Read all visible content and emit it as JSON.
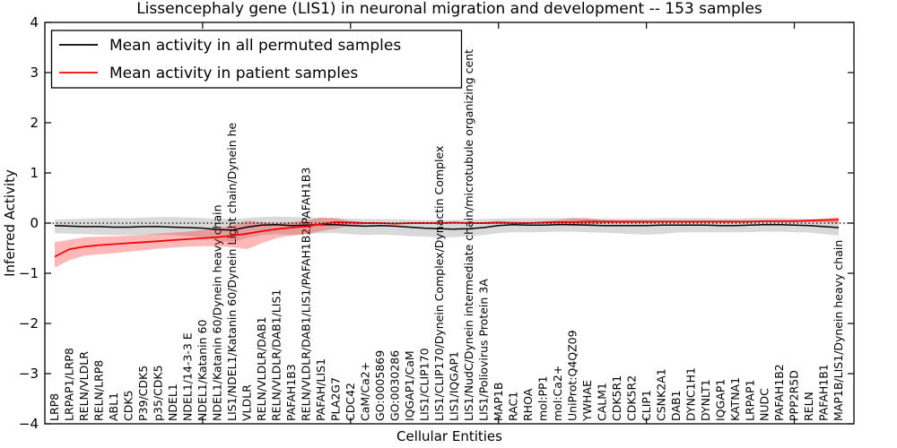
{
  "chart_data": {
    "type": "line",
    "title": "Lissencephaly gene (LIS1) in neuronal migration and development -- 153 samples",
    "xlabel": "Cellular Entities",
    "ylabel": "Inferred Activity",
    "ylim": [
      -4,
      4
    ],
    "yticks": [
      -4,
      -3,
      -2,
      -1,
      0,
      1,
      2,
      3,
      4
    ],
    "ytick_labels": [
      "−4",
      "−3",
      "−2",
      "−1",
      "0",
      "1",
      "2",
      "3",
      "4"
    ],
    "xtick_indices": [
      10,
      20,
      30,
      40,
      50
    ],
    "grid": false,
    "legend_position": "upper left",
    "zero_line_style": "dotted",
    "categories": [
      "LRP8",
      "LRPAP1/LRP8",
      "RELN/VLDLR",
      "RELN/LRP8",
      "ABL1",
      "CDK5",
      "P39/CDK5",
      "p35/CDK5",
      "NDEL1",
      "NDEL1/14-3-3 E",
      "NDEL1/Katanin 60",
      "NDEL1/Katanin 60/Dynein heavy chain",
      "LIS1/NDEL1/Katanin 60/Dynein Light chain/Dynein he",
      "VLDLR",
      "RELN/VLDLR/DAB1",
      "RELN/VLDLR/DAB1/LIS1",
      "PAFAH1B3",
      "RELN/VLDLR/DAB1/LIS1/PAFAH1B2/PAFAH1B3",
      "PAFAH/LIS1",
      "PLA2G7",
      "CDC42",
      "CaM/Ca2+",
      "GO:0005869",
      "GO:0030286",
      "IQGAP1/CaM",
      "LIS1/CLIP170",
      "LIS1/CLIP170/Dynein Complex/Dynactin Complex",
      "LIS1/IQGAP1",
      "LIS1/NudC/Dynein intermediate chain/microtubule organizing cent",
      "LIS1/Poliovirus Protein 3A",
      "MAP1B",
      "RAC1",
      "RHOA",
      "mol:PP1",
      "mol:Ca2+",
      "UniProt:Q4QZ09",
      "YWHAE",
      "CALM1",
      "CDK5R1",
      "CDK5R2",
      "CLIP1",
      "CSNK2A1",
      "DAB1",
      "DYNC1H1",
      "DYNLT1",
      "IQGAP1",
      "KATNA1",
      "LRPAP1",
      "NUDC",
      "PAFAH1B2",
      "PPP2R5D",
      "RELN",
      "PAFAH1B1",
      "MAP1B/LIS1/Dynein heavy chain"
    ],
    "series": [
      {
        "key": "permuted",
        "name": "Mean activity in all permuted samples",
        "color": "#000000",
        "band_color": "rgba(0,0,0,0.15)",
        "values": [
          -0.05,
          -0.06,
          -0.07,
          -0.07,
          -0.08,
          -0.08,
          -0.07,
          -0.07,
          -0.08,
          -0.09,
          -0.1,
          -0.13,
          -0.14,
          -0.08,
          -0.04,
          -0.03,
          -0.05,
          -0.04,
          -0.03,
          -0.03,
          -0.05,
          -0.06,
          -0.05,
          -0.06,
          -0.08,
          -0.1,
          -0.11,
          -0.12,
          -0.11,
          -0.09,
          -0.05,
          -0.03,
          -0.04,
          -0.04,
          -0.03,
          -0.03,
          -0.04,
          -0.05,
          -0.05,
          -0.05,
          -0.05,
          -0.04,
          -0.04,
          -0.04,
          -0.04,
          -0.05,
          -0.05,
          -0.04,
          -0.03,
          -0.03,
          -0.04,
          -0.05,
          -0.07,
          -0.09
        ],
        "upper": [
          0.07,
          0.08,
          0.09,
          0.1,
          0.1,
          0.1,
          0.11,
          0.12,
          0.12,
          0.11,
          0.1,
          0.09,
          0.08,
          0.1,
          0.12,
          0.13,
          0.12,
          0.11,
          0.1,
          0.1,
          0.09,
          0.08,
          0.08,
          0.08,
          0.07,
          0.06,
          0.06,
          0.06,
          0.07,
          0.08,
          0.09,
          0.1,
          0.1,
          0.1,
          0.1,
          0.1,
          0.09,
          0.09,
          0.09,
          0.09,
          0.09,
          0.1,
          0.1,
          0.1,
          0.1,
          0.09,
          0.09,
          0.1,
          0.1,
          0.1,
          0.09,
          0.08,
          0.08,
          0.07
        ],
        "lower": [
          -0.2,
          -0.21,
          -0.22,
          -0.23,
          -0.24,
          -0.24,
          -0.23,
          -0.23,
          -0.24,
          -0.26,
          -0.28,
          -0.34,
          -0.38,
          -0.3,
          -0.24,
          -0.22,
          -0.24,
          -0.22,
          -0.2,
          -0.2,
          -0.22,
          -0.24,
          -0.23,
          -0.24,
          -0.26,
          -0.27,
          -0.28,
          -0.28,
          -0.26,
          -0.24,
          -0.2,
          -0.18,
          -0.18,
          -0.18,
          -0.17,
          -0.17,
          -0.18,
          -0.19,
          -0.2,
          -0.22,
          -0.23,
          -0.22,
          -0.19,
          -0.18,
          -0.18,
          -0.18,
          -0.18,
          -0.18,
          -0.17,
          -0.17,
          -0.18,
          -0.19,
          -0.22,
          -0.25
        ]
      },
      {
        "key": "patient",
        "name": "Mean activity in patient samples",
        "color": "#ff0000",
        "band_color": "rgba(255,0,0,0.28)",
        "values": [
          -0.67,
          -0.52,
          -0.47,
          -0.44,
          -0.42,
          -0.4,
          -0.38,
          -0.36,
          -0.34,
          -0.32,
          -0.3,
          -0.28,
          -0.25,
          -0.21,
          -0.16,
          -0.12,
          -0.09,
          -0.07,
          -0.02,
          0.02,
          0.01,
          0.0,
          0.0,
          -0.01,
          0.0,
          0.0,
          0.0,
          0.01,
          0.0,
          0.0,
          0.01,
          0.0,
          0.0,
          0.01,
          0.02,
          0.02,
          0.03,
          0.03,
          0.03,
          0.03,
          0.03,
          0.03,
          0.03,
          0.03,
          0.03,
          0.03,
          0.03,
          0.03,
          0.04,
          0.04,
          0.04,
          0.05,
          0.06,
          0.07
        ],
        "upper": [
          -0.38,
          -0.33,
          -0.28,
          -0.27,
          -0.26,
          -0.25,
          -0.23,
          -0.21,
          -0.19,
          -0.17,
          -0.14,
          -0.1,
          -0.05,
          0.05,
          0.02,
          0.0,
          0.02,
          0.05,
          0.11,
          0.1,
          0.04,
          0.02,
          0.01,
          0.01,
          0.01,
          0.02,
          0.01,
          0.01,
          0.01,
          0.02,
          0.04,
          0.03,
          0.02,
          0.03,
          0.06,
          0.1,
          0.1,
          0.06,
          0.05,
          0.05,
          0.05,
          0.05,
          0.05,
          0.05,
          0.05,
          0.05,
          0.05,
          0.05,
          0.05,
          0.06,
          0.06,
          0.07,
          0.09,
          0.12
        ],
        "lower": [
          -0.89,
          -0.74,
          -0.65,
          -0.62,
          -0.6,
          -0.57,
          -0.54,
          -0.51,
          -0.49,
          -0.47,
          -0.46,
          -0.46,
          -0.48,
          -0.52,
          -0.4,
          -0.3,
          -0.25,
          -0.22,
          -0.16,
          -0.11,
          -0.05,
          -0.02,
          -0.01,
          -0.02,
          -0.01,
          -0.01,
          -0.02,
          -0.01,
          -0.01,
          -0.02,
          -0.02,
          -0.01,
          -0.01,
          -0.01,
          -0.02,
          -0.06,
          -0.05,
          -0.01,
          0.0,
          0.0,
          0.0,
          0.01,
          0.01,
          0.01,
          0.01,
          0.01,
          0.01,
          0.01,
          0.02,
          0.02,
          0.02,
          0.02,
          0.02,
          -0.01
        ]
      }
    ]
  }
}
